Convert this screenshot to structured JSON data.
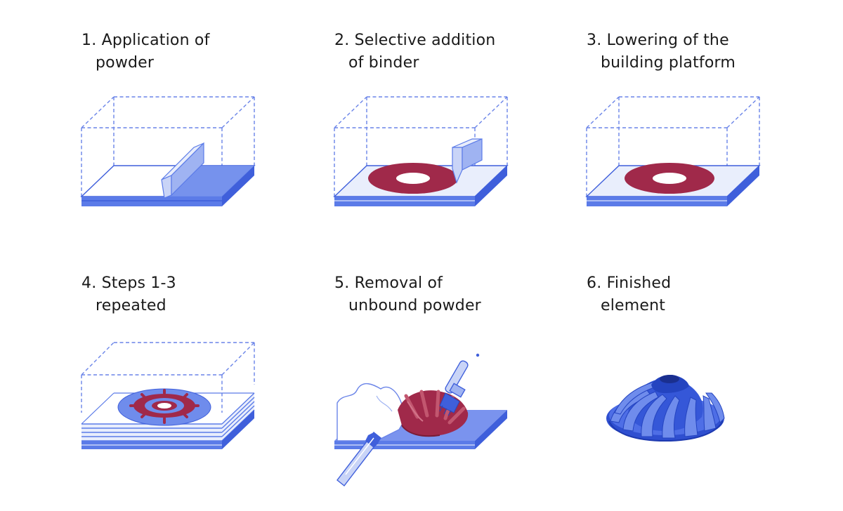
{
  "steps": [
    {
      "num": "1.",
      "line1": "Application of",
      "line2": "powder"
    },
    {
      "num": "2.",
      "line1": "Selective addition",
      "line2": "of binder"
    },
    {
      "num": "3.",
      "line1": "Lowering of the",
      "line2": "building platform"
    },
    {
      "num": "4.",
      "line1": "Steps 1-3",
      "line2": "repeated"
    },
    {
      "num": "5.",
      "line1": "Removal of",
      "line2": "unbound powder"
    },
    {
      "num": "6.",
      "line1": "Finished",
      "line2": "element"
    }
  ],
  "colors": {
    "platform_blue": "#5b7be8",
    "powder_blue": "#7a93ee",
    "binder_red": "#a0294a",
    "dash_blue": "#6a84e8",
    "text": "#1a1a1a"
  }
}
